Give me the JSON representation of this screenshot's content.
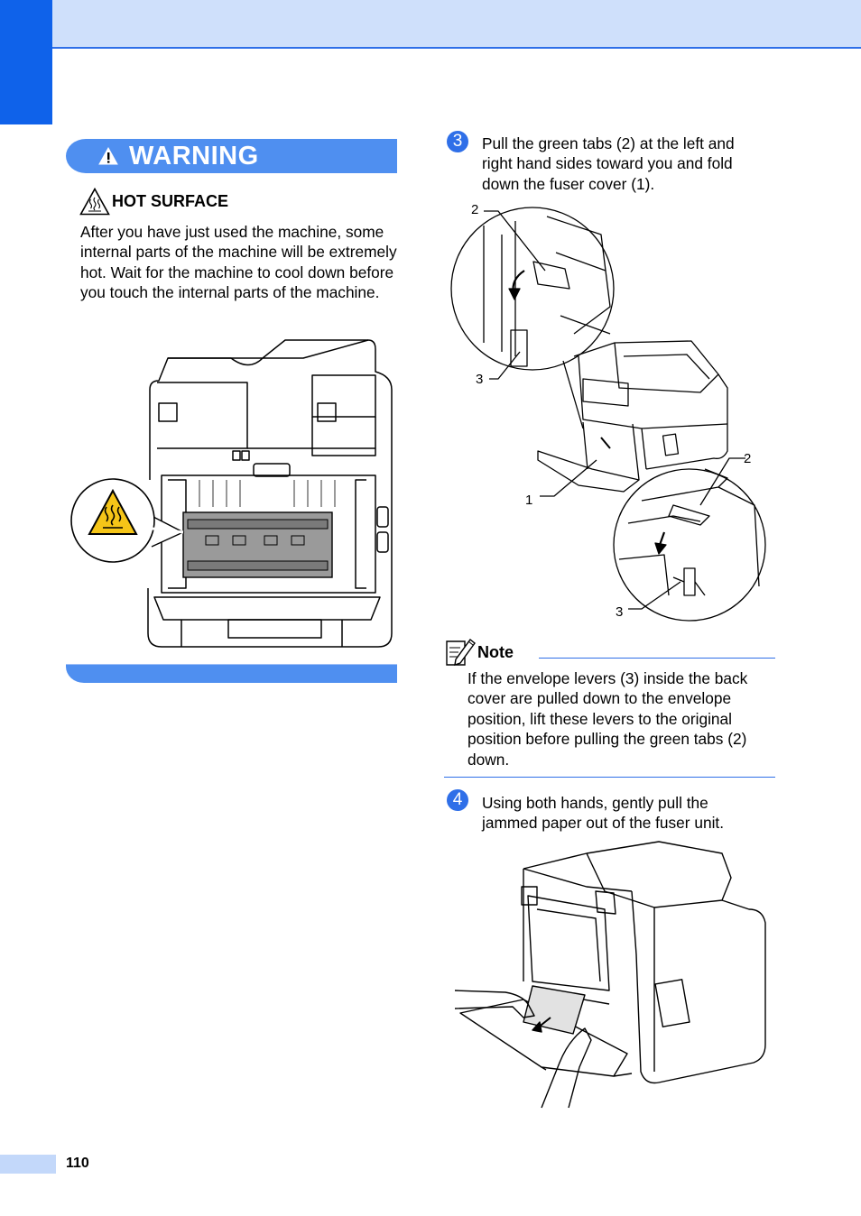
{
  "page_number": "110",
  "warning": {
    "title": "WARNING",
    "subtitle": "HOT SURFACE",
    "body": "After you have just used the machine, some internal parts of the machine will be extremely hot. Wait for the machine to cool down before you touch the internal parts of the machine."
  },
  "steps": [
    {
      "number": "3",
      "text": "Pull the green tabs (2) at the left and right hand sides toward you and fold down the fuser cover (1)."
    },
    {
      "number": "4",
      "text": "Using both hands, gently pull the jammed paper out of the fuser unit."
    }
  ],
  "figure_callouts": [
    "2",
    "3",
    "1",
    "2",
    "3"
  ],
  "note": {
    "title": "Note",
    "body": "If the envelope levers (3) inside the back cover are pulled down to the envelope position, lift these levers to the original position before pulling the green tabs (2) down."
  },
  "icons": {
    "warning": "warning-triangle-icon",
    "hot_surface": "hot-surface-icon",
    "hot_label": "hot-surface-label-icon",
    "note": "note-pencil-icon"
  },
  "colors": {
    "accent": "#2f6fe8",
    "band": "#cfe0fb",
    "warning_bar": "#4f8ff0",
    "hot_label": "#f5c518"
  }
}
